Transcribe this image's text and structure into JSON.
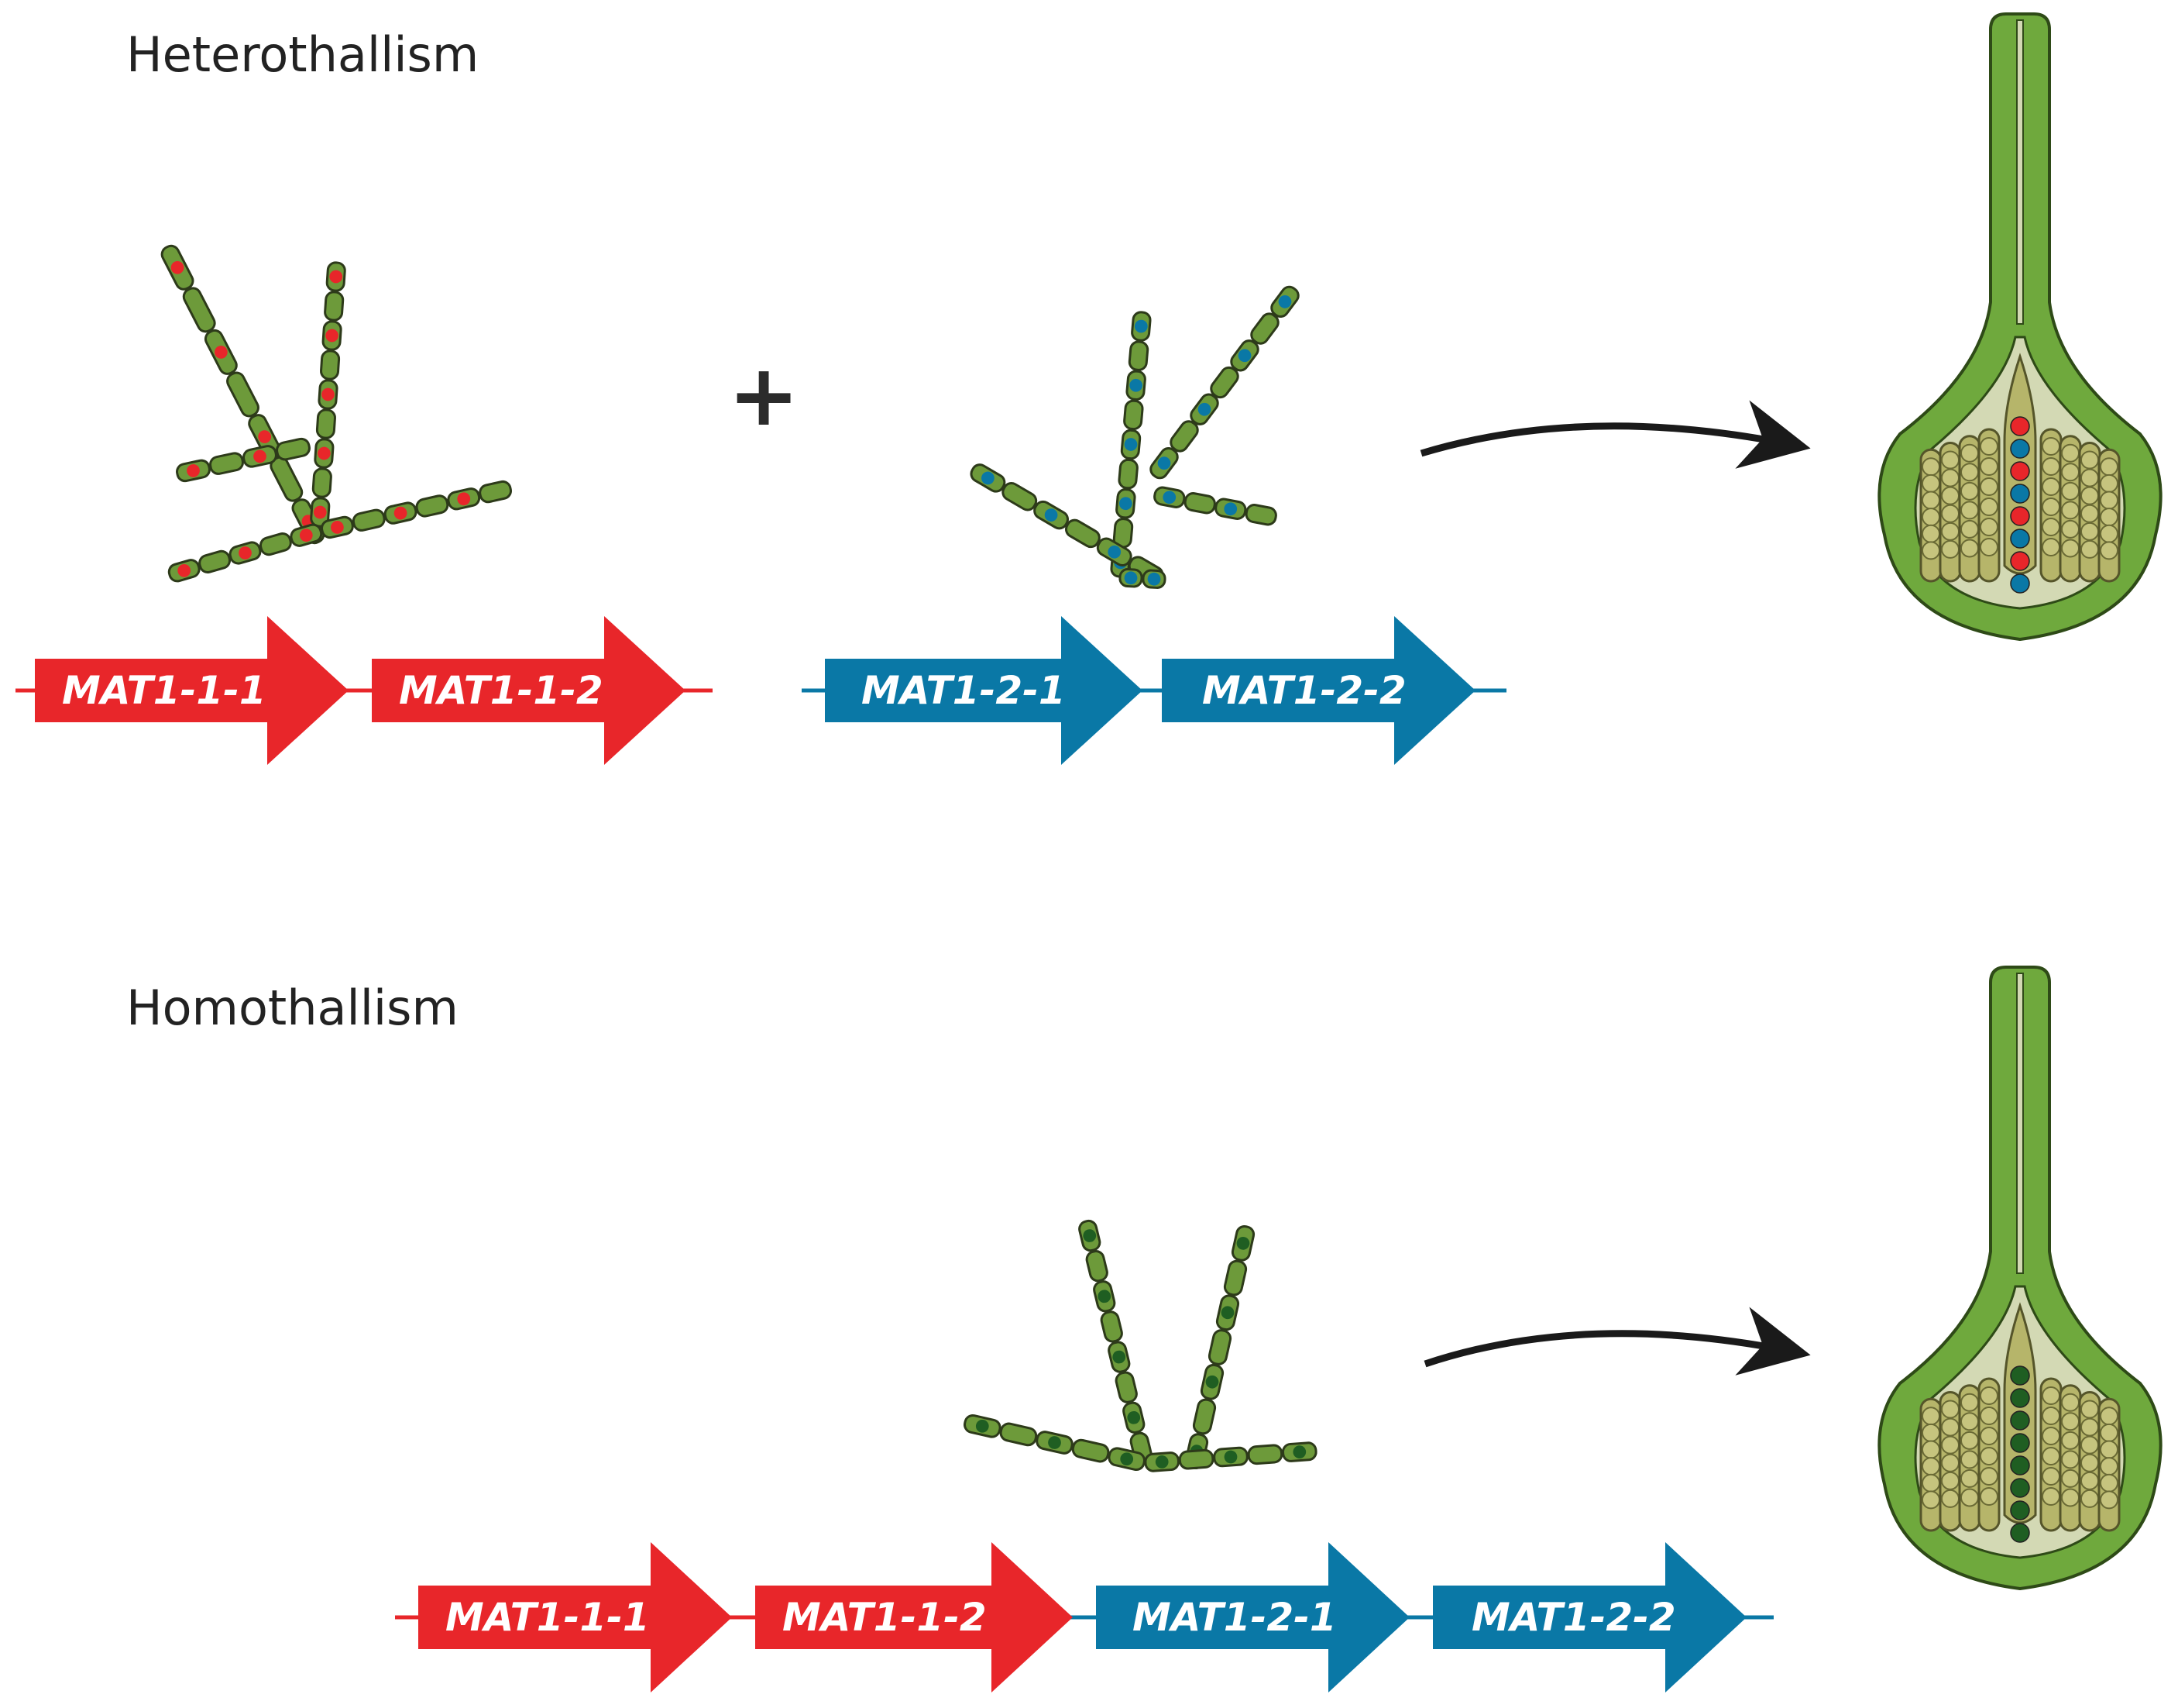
{
  "sections": [
    {
      "title": "Heterothallism",
      "loci": [
        {
          "genes": [
            {
              "name": "MAT1-1-1",
              "color": "#e8262a"
            },
            {
              "name": "MAT1-1-2",
              "color": "#e8262a"
            }
          ]
        },
        {
          "genes": [
            {
              "name": "MAT1-2-1",
              "color": "#0a78a6"
            },
            {
              "name": "MAT1-2-2",
              "color": "#0a78a6"
            }
          ]
        }
      ],
      "operator": "+"
    },
    {
      "title": "Homothallism",
      "loci": [
        {
          "genes": [
            {
              "name": "MAT1-1-1",
              "color": "#e8262a"
            },
            {
              "name": "MAT1-1-2",
              "color": "#e8262a"
            },
            {
              "name": "MAT1-2-1",
              "color": "#0a78a6"
            },
            {
              "name": "MAT1-2-2",
              "color": "#0a78a6"
            }
          ]
        }
      ]
    }
  ],
  "colors": {
    "mat1_1": "#e8262a",
    "mat1_2": "#0a78a6",
    "hypha": "#6d9a3a",
    "homothallic_nucleus": "#1f5e22",
    "perithecium_wall": "#6fa93d"
  }
}
